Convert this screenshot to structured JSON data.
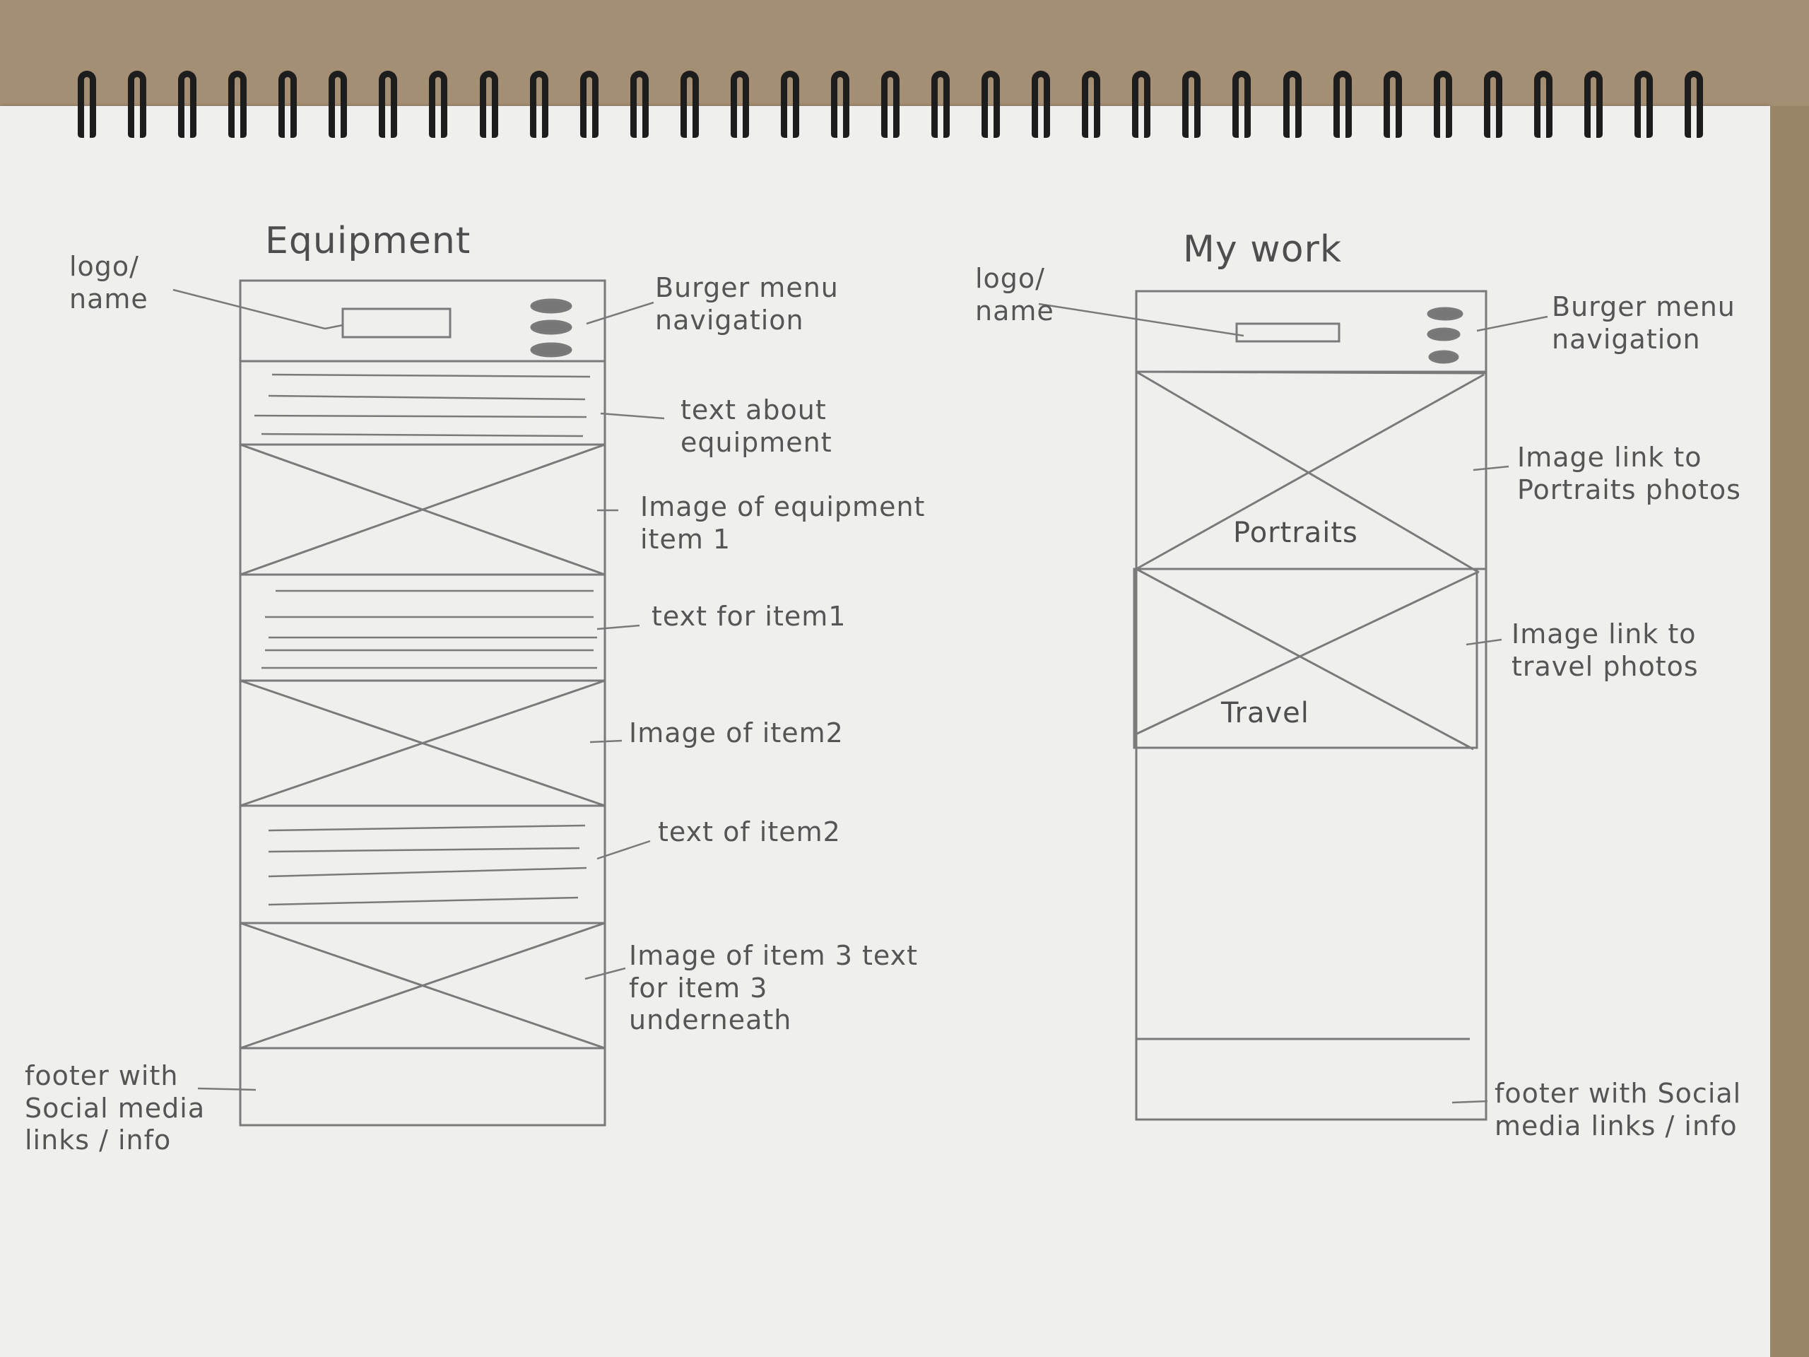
{
  "left_wireframe": {
    "title": "Equipment",
    "annotations": {
      "logo": "logo/ name",
      "burger": "Burger menu navigation",
      "intro_text": "text about equipment",
      "image1": "Image of equipment item 1",
      "text1": "text for item1",
      "image2": "Image of item2",
      "text2": "text of item2",
      "image3": "Image of item 3 text for item 3 underneath",
      "footer": "footer with Social media links / info"
    }
  },
  "right_wireframe": {
    "title": "My work",
    "tile_portraits": "Portraits",
    "tile_travel": "Travel",
    "annotations": {
      "logo": "logo/ name",
      "burger": "Burger menu navigation",
      "portraits": "Image link to Portraits photos",
      "travel": "Image link to travel photos",
      "footer": "footer with Social media links / info"
    }
  }
}
